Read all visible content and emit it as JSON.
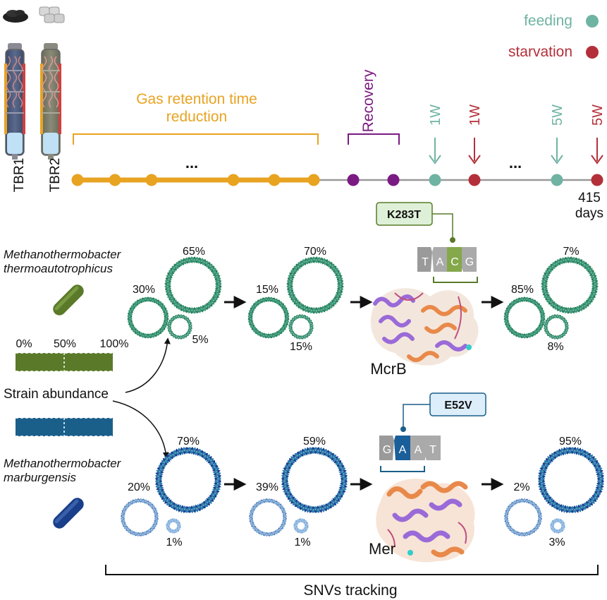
{
  "legend": {
    "feeding_label": "feeding",
    "starvation_label": "starvation",
    "feeding_color": "#6fb3a2",
    "starvation_color": "#b3303a"
  },
  "reactors": {
    "tbr1_label": "TBR1",
    "tbr2_label": "TBR2"
  },
  "timeline": {
    "phase1_label_line1": "Gas retention time",
    "phase1_label_line2": "reduction",
    "phase1_color": "#e8a321",
    "phase2_label": "Recovery",
    "phase2_color": "#7b1a82",
    "ellipsis": "...",
    "markers": [
      "1W",
      "1W",
      "5W",
      "5W"
    ],
    "end_value": "415",
    "end_unit": "days"
  },
  "mutations": {
    "mcrb_snv": "K283T",
    "mer_snv": "E52V"
  },
  "codons": {
    "mcrb": [
      "T",
      "A",
      "C",
      "G"
    ],
    "mer": [
      "G",
      "A",
      "A",
      "T"
    ]
  },
  "proteins": {
    "mcrb": "McrB",
    "mer": "Mer"
  },
  "strains": {
    "mt_line1": "Methanothermobacter",
    "mt_line2": "thermoautotrophicus",
    "mm_line1": "Methanothermobacter",
    "mm_line2": "marburgensis",
    "mt_color": "#5a7a2a",
    "mm_color": "#1a5f8a"
  },
  "abundance": {
    "ticks": [
      "0%",
      "50%",
      "100%"
    ],
    "label": "Strain abundance"
  },
  "mt_panels": [
    {
      "big": "65%",
      "mid": "30%",
      "small": "5%"
    },
    {
      "big": "70%",
      "mid": "15%",
      "small": "15%"
    },
    {
      "big": "7%",
      "mid": "85%",
      "small": "8%"
    }
  ],
  "mm_panels": [
    {
      "big": "79%",
      "mid": "20%",
      "small": "1%"
    },
    {
      "big": "59%",
      "mid": "39%",
      "small": "1%"
    },
    {
      "big": "95%",
      "mid": "2%",
      "small": "3%"
    }
  ],
  "footer": {
    "label": "SNVs tracking"
  }
}
